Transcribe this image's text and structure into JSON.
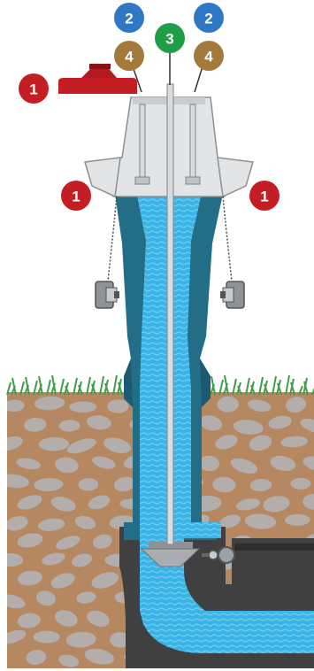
{
  "badges": [
    {
      "id": "cap",
      "text": "1",
      "color": "#c41e24"
    },
    {
      "id": "nozzle-left",
      "text": "1",
      "color": "#c41e24"
    },
    {
      "id": "nozzle-right",
      "text": "1",
      "color": "#c41e24"
    },
    {
      "id": "top-left",
      "text": "2",
      "color": "#2f78c6"
    },
    {
      "id": "top-right",
      "text": "2",
      "color": "#2f78c6"
    },
    {
      "id": "stem",
      "text": "3",
      "color": "#1f9e47"
    },
    {
      "id": "bolt-left",
      "text": "4",
      "color": "#a47a3c"
    },
    {
      "id": "bolt-right",
      "text": "4",
      "color": "#a47a3c"
    }
  ],
  "colors": {
    "body": "#236d86",
    "body_dark": "#1b5a70",
    "water": "#3ab4e6",
    "water_line": "#7fd2f2",
    "metal_light": "#e2e4e6",
    "metal": "#a9acb0",
    "cap": "#c41e24",
    "soil": "#b68862",
    "stone": "#b3aeab",
    "grass": "#3f9e47",
    "pipe": "#404040"
  }
}
